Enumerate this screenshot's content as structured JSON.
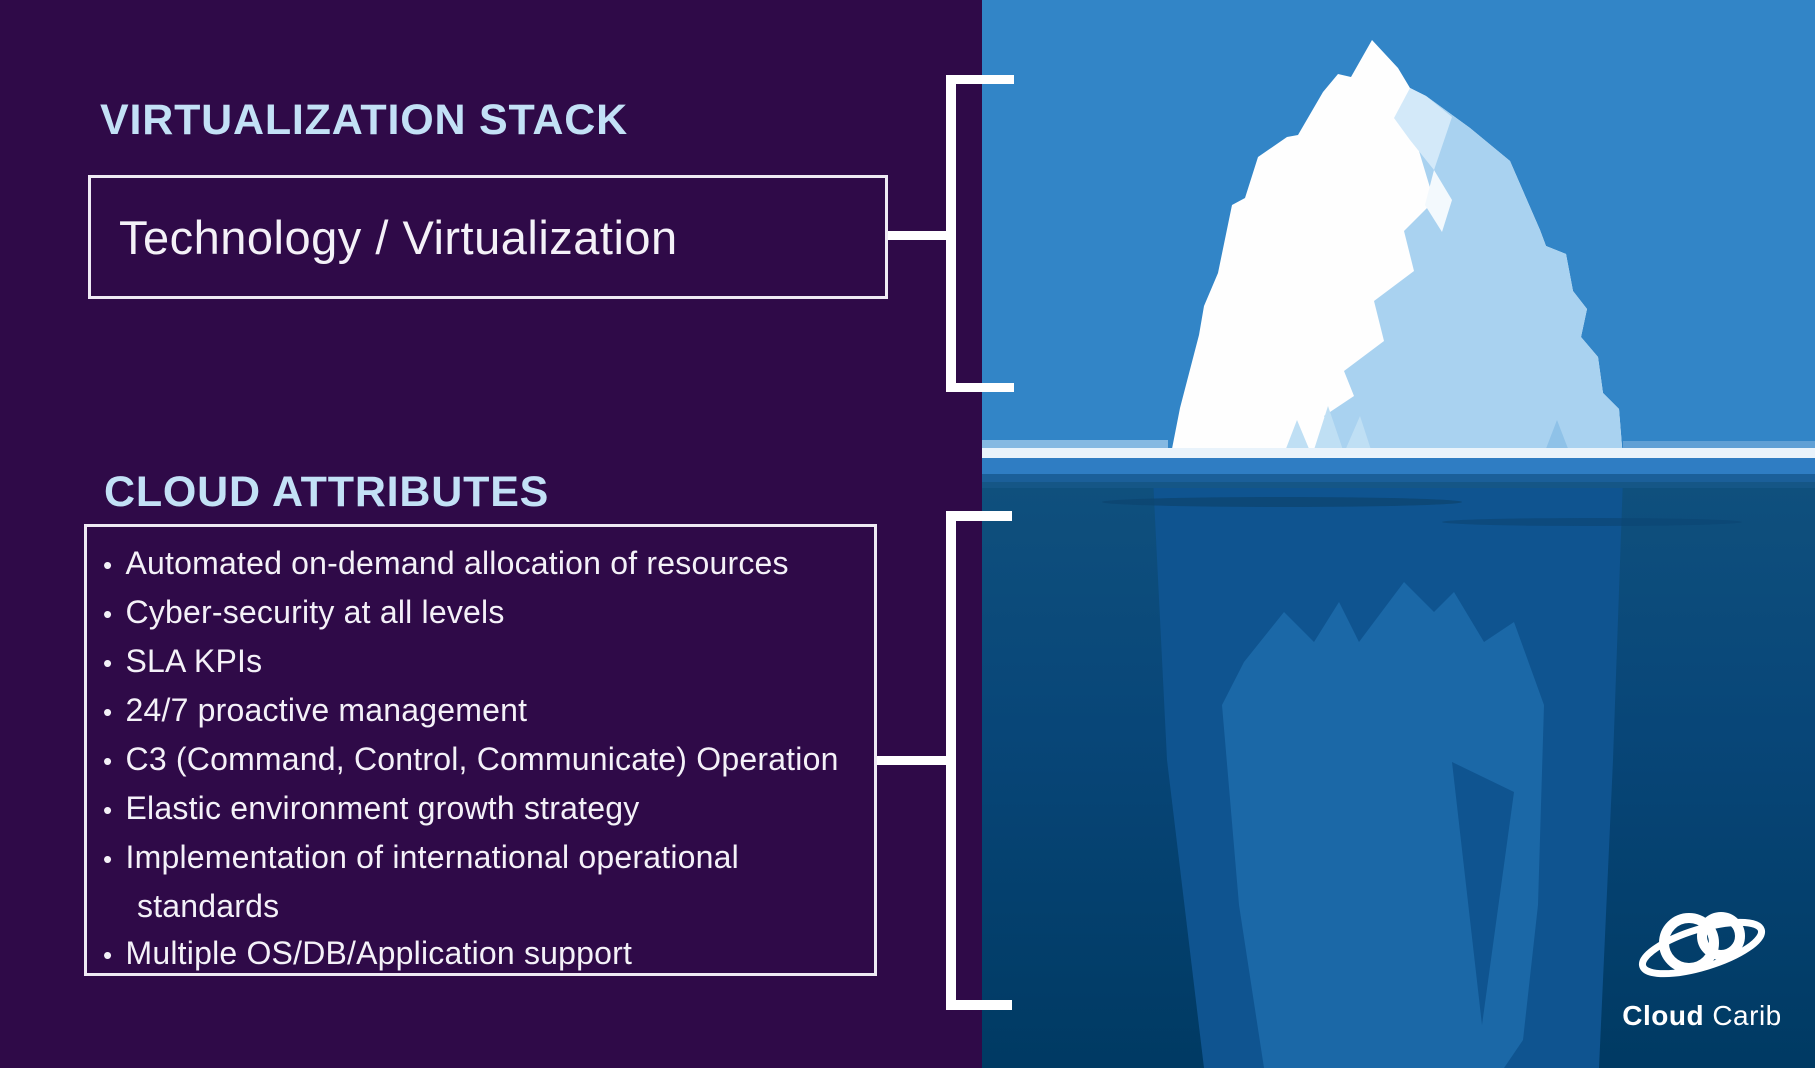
{
  "colors": {
    "background_purple": "#2F0A48",
    "heading_blue": "#C3E1F6",
    "text_white": "#F4F1F8",
    "sky_blue": "#3285C7",
    "surface_blue": "#2F7DC3",
    "deep_sea_navy": "#003A63",
    "submerged_berg_blue": "#0F5490",
    "iceberg_white": "#FFFFFF"
  },
  "virtualization_section": {
    "heading": "VIRTUALIZATION STACK",
    "box_label": "Technology / Virtualization"
  },
  "cloud_attributes_section": {
    "heading": "CLOUD ATTRIBUTES",
    "items": [
      "Automated on-demand allocation of resources",
      "Cyber-security at all levels",
      "SLA KPIs",
      "24/7 proactive management",
      "C3 (Command, Control, Communicate) Operation",
      "Elastic environment growth strategy",
      "Implementation of international operational standards",
      "Multiple OS/DB/Application support"
    ]
  },
  "logo": {
    "brand_primary": "Cloud",
    "brand_secondary": "Carib"
  }
}
